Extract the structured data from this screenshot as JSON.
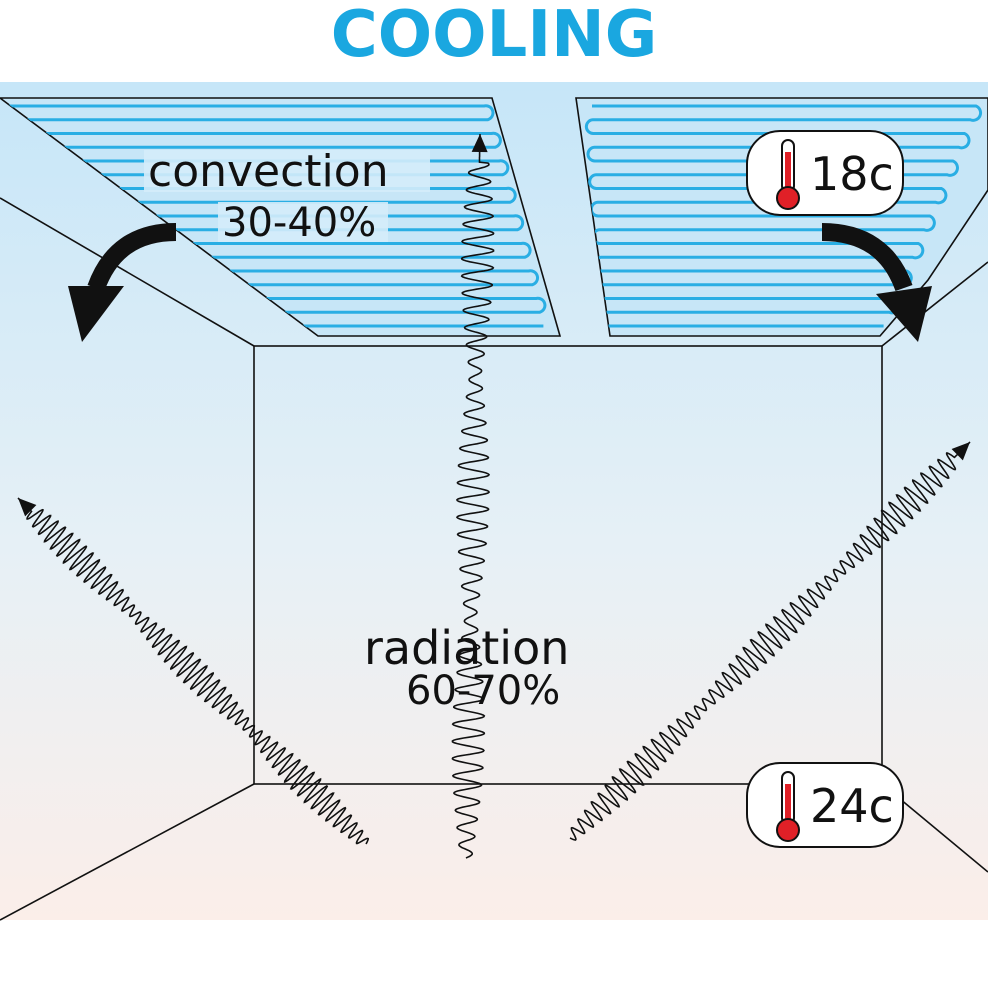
{
  "title": "COOLING",
  "labels": {
    "convection": "convection",
    "convection_share": "30-40%",
    "radiation": "radiation",
    "radiation_share": "60-70%"
  },
  "temperatures": {
    "ceiling": "18c",
    "floor": "24c"
  },
  "icons": [
    "thermometer-icon",
    "thermometer-icon",
    "convection-arrow-icon",
    "radiation-wave-icon"
  ],
  "colors": {
    "title": "#1aa7e0",
    "pipe": "#29aee4",
    "ceiling_panel": "#c7e6f7",
    "background_top": "#c6e6f8",
    "background_bottom": "#fbeee9",
    "thermometer": "#e02027",
    "line": "#111111"
  }
}
